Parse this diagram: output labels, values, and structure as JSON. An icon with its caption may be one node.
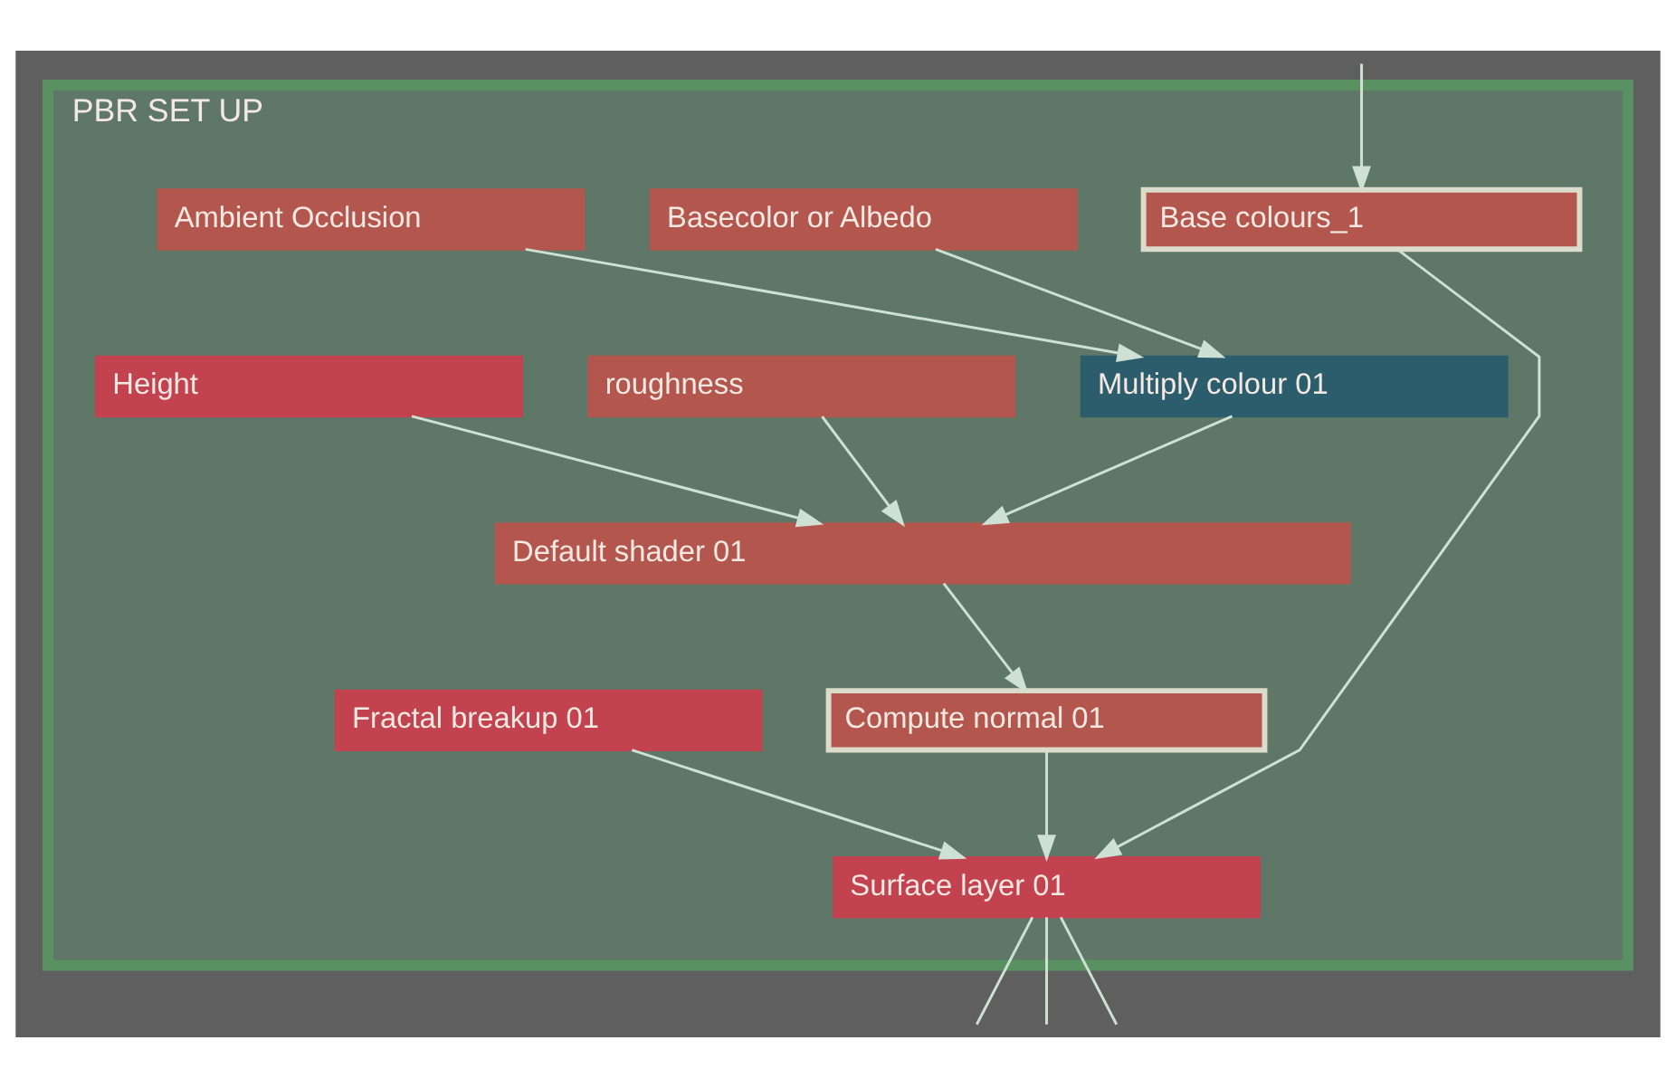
{
  "diagram": {
    "nodes": [
      {
        "text": [
          "PBR SET UP"
        ]
      },
      {
        "text": [
          "Base colours_1"
        ],
        "in": 0
      },
      {
        "text": [
          "Basecolor or Albedo"
        ],
        "in": 0
      },
      {
        "text": [
          "Ambient Occlusion"
        ],
        "in": 0
      },
      {
        "text": [
          "Multiply colour 01"
        ],
        "in": 0
      },
      {
        "text": [
          "roughness"
        ],
        "in": 0
      },
      {
        "text": [
          "Height"
        ],
        "in": 0
      },
      {
        "text": [
          "Default shader 01"
        ],
        "in": 0
      },
      {
        "text": [
          "Fractal breakup 01"
        ],
        "in": 0
      },
      {
        "text": [
          "Compute normal 01"
        ],
        "in": 0
      },
      {
        "text": [
          "Surface layer 01"
        ],
        "in": 0
      }
    ],
    "edges": [
      {
        "from": null,
        "to": 1,
        "arrow": "to"
      },
      {
        "from": 1,
        "to": 10,
        "arrow": "to"
      },
      {
        "from": 2,
        "to": 4,
        "arrow": "to"
      },
      {
        "from": 3,
        "to": 4,
        "arrow": "to"
      },
      {
        "from": 4,
        "to": 7,
        "arrow": "to"
      },
      {
        "from": 5,
        "to": 7,
        "arrow": "to"
      },
      {
        "from": 6,
        "to": 7,
        "arrow": "to"
      },
      {
        "from": 7,
        "to": 9,
        "arrow": "to"
      },
      {
        "from": 9,
        "to": 10,
        "arrow": "to"
      },
      {
        "from": 8,
        "to": 10,
        "arrow": "to"
      },
      {
        "from": 10,
        "to": null,
        "arrow": "none"
      },
      {
        "from": 10,
        "to": null,
        "arrow": "none"
      },
      {
        "from": 10,
        "to": null,
        "arrow": "none"
      }
    ]
  }
}
